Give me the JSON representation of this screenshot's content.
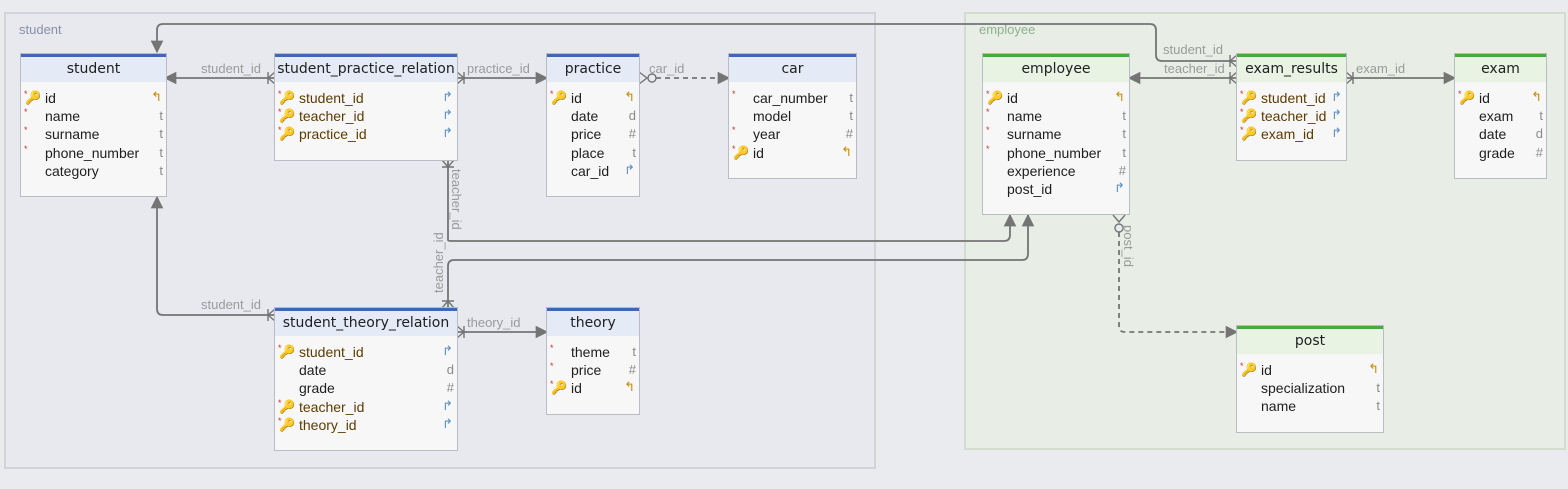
{
  "colors": {
    "canvas": "#eaebee",
    "student_group_fill": "#e8e9ef",
    "student_group_border": "#d2d4dc",
    "student_group_label": "#8790a6",
    "employee_group_fill": "#e8eee6",
    "employee_group_border": "#d2ddd0",
    "employee_group_label": "#8db08c",
    "student_header_fill": "#e4ebf7",
    "student_header_border": "#3f67b6",
    "employee_header_fill": "#e8f3e4",
    "employee_header_border": "#4aa843",
    "connector": "#747474",
    "connector_label": "#9a9a9a"
  },
  "groups": [
    {
      "id": "student",
      "label": "student"
    },
    {
      "id": "employee",
      "label": "employee"
    }
  ],
  "tables": [
    {
      "id": "student",
      "title": "student",
      "group": "student",
      "columns": [
        {
          "name": "id",
          "key": true,
          "required": true,
          "right": "pk"
        },
        {
          "name": "name",
          "required": true,
          "right": "t"
        },
        {
          "name": "surname",
          "required": true,
          "right": "t"
        },
        {
          "name": "phone_number",
          "required": true,
          "right": "t"
        },
        {
          "name": "category",
          "right": "t"
        }
      ]
    },
    {
      "id": "spr",
      "title": "student_practice_relation",
      "group": "student",
      "columns": [
        {
          "name": "student_id",
          "key": true,
          "required": true,
          "fk": true,
          "right": "fk"
        },
        {
          "name": "teacher_id",
          "key": true,
          "required": true,
          "fk": true,
          "right": "fk"
        },
        {
          "name": "practice_id",
          "key": true,
          "required": true,
          "fk": true,
          "right": "fk"
        }
      ]
    },
    {
      "id": "practice",
      "title": "practice",
      "group": "student",
      "columns": [
        {
          "name": "id",
          "key": true,
          "required": true,
          "right": "pk"
        },
        {
          "name": "date",
          "right": "d"
        },
        {
          "name": "price",
          "right": "#"
        },
        {
          "name": "place",
          "right": "t"
        },
        {
          "name": "car_id",
          "right": "fk"
        }
      ]
    },
    {
      "id": "car",
      "title": "car",
      "group": "student",
      "columns": [
        {
          "name": "car_number",
          "required": true,
          "right": "t"
        },
        {
          "name": "model",
          "right": "t"
        },
        {
          "name": "year",
          "required": true,
          "right": "#"
        },
        {
          "name": "id",
          "key": true,
          "required": true,
          "right": "pk"
        }
      ]
    },
    {
      "id": "str",
      "title": "student_theory_relation",
      "group": "student",
      "columns": [
        {
          "name": "student_id",
          "key": true,
          "required": true,
          "fk": true,
          "right": "fk"
        },
        {
          "name": "date",
          "right": "d"
        },
        {
          "name": "grade",
          "right": "#"
        },
        {
          "name": "teacher_id",
          "key": true,
          "required": true,
          "fk": true,
          "right": "fk"
        },
        {
          "name": "theory_id",
          "key": true,
          "required": true,
          "fk": true,
          "right": "fk"
        }
      ]
    },
    {
      "id": "theory",
      "title": "theory",
      "group": "student",
      "columns": [
        {
          "name": "theme",
          "required": true,
          "right": "t"
        },
        {
          "name": "price",
          "required": true,
          "right": "#"
        },
        {
          "name": "id",
          "key": true,
          "required": true,
          "right": "pk"
        }
      ]
    },
    {
      "id": "employee",
      "title": "employee",
      "group": "employee",
      "columns": [
        {
          "name": "id",
          "key": true,
          "required": true,
          "right": "pk"
        },
        {
          "name": "name",
          "required": true,
          "right": "t"
        },
        {
          "name": "surname",
          "required": true,
          "right": "t"
        },
        {
          "name": "phone_number",
          "required": true,
          "right": "t"
        },
        {
          "name": "experience",
          "right": "#"
        },
        {
          "name": "post_id",
          "right": "fk"
        }
      ]
    },
    {
      "id": "exam_results",
      "title": "exam_results",
      "group": "employee",
      "columns": [
        {
          "name": "student_id",
          "key": true,
          "required": true,
          "fk": true,
          "right": "fk"
        },
        {
          "name": "teacher_id",
          "key": true,
          "required": true,
          "fk": true,
          "right": "fk"
        },
        {
          "name": "exam_id",
          "key": true,
          "required": true,
          "fk": true,
          "right": "fk"
        }
      ]
    },
    {
      "id": "exam",
      "title": "exam",
      "group": "employee",
      "columns": [
        {
          "name": "id",
          "key": true,
          "required": true,
          "right": "pk"
        },
        {
          "name": "exam",
          "right": "t"
        },
        {
          "name": "date",
          "right": "d"
        },
        {
          "name": "grade",
          "right": "#"
        }
      ]
    },
    {
      "id": "post",
      "title": "post",
      "group": "employee",
      "columns": [
        {
          "name": "id",
          "key": true,
          "required": true,
          "right": "pk"
        },
        {
          "name": "specialization",
          "right": "t"
        },
        {
          "name": "name",
          "right": "t"
        }
      ]
    }
  ],
  "connector_labels": [
    "student_id",
    "practice_id",
    "car_id",
    "teacher_id",
    "teacher_id",
    "student_id",
    "theory_id",
    "student_id",
    "teacher_id",
    "exam_id",
    "post_id"
  ]
}
